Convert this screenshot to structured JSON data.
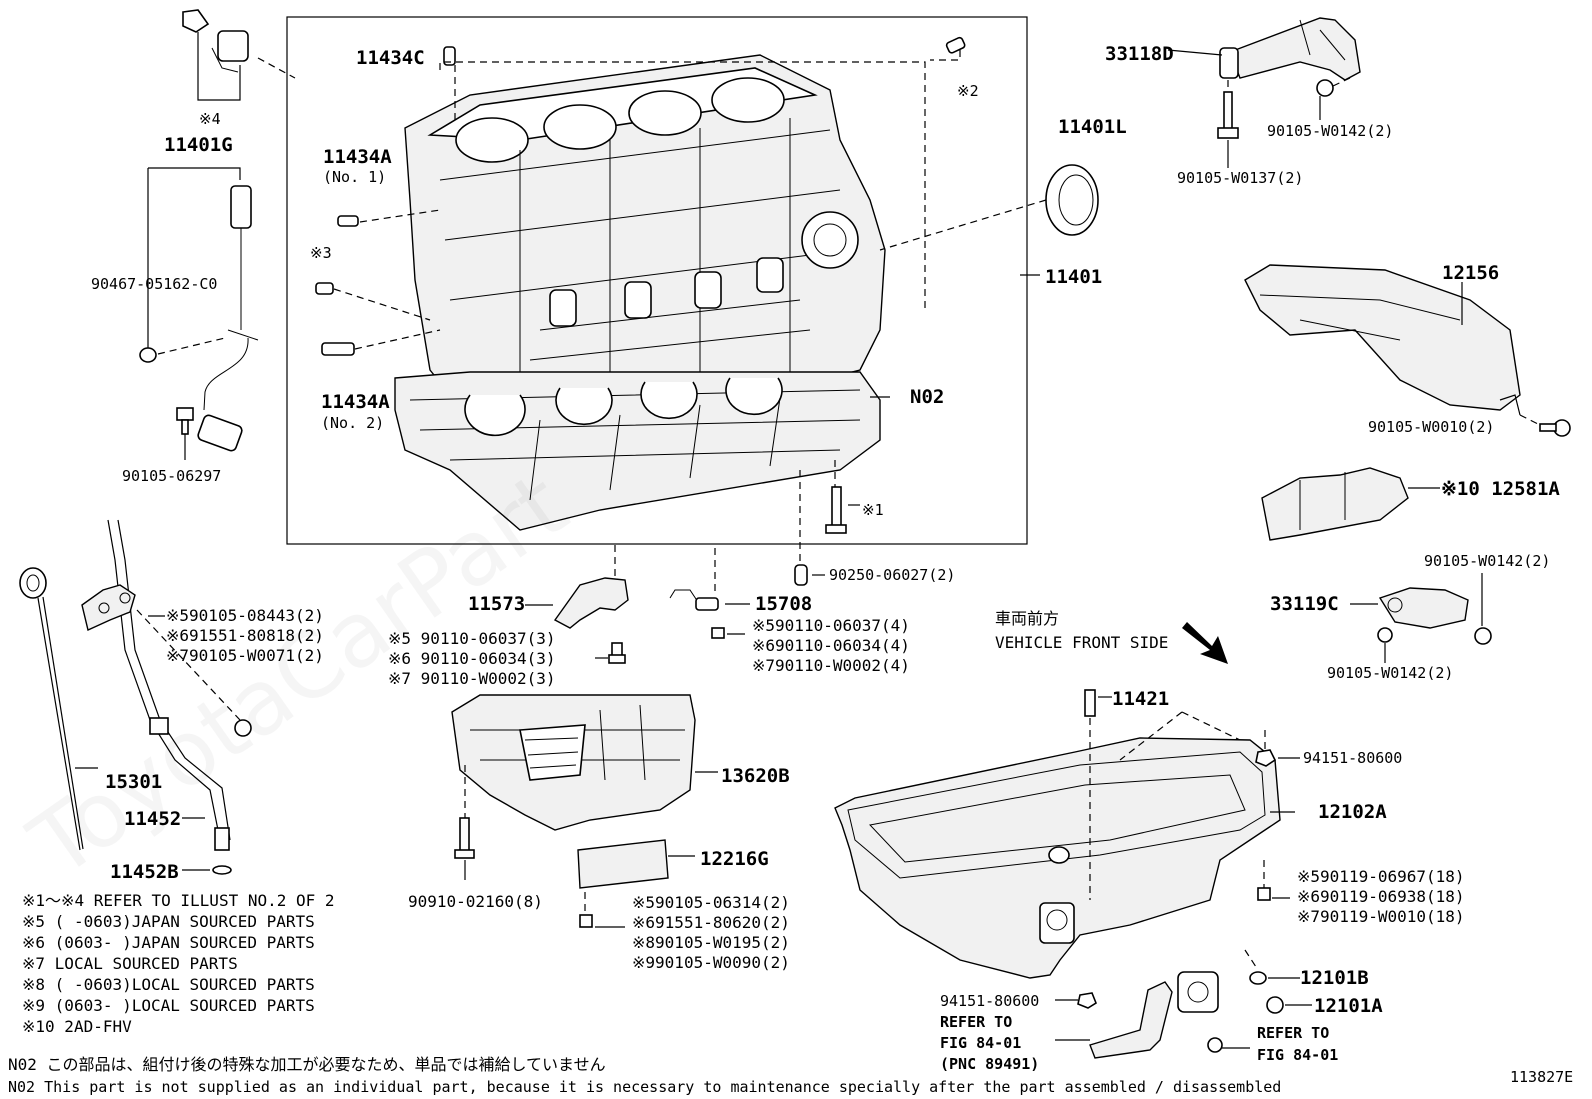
{
  "labels": {
    "p11434C": "11434C",
    "mark2": "※2",
    "p11434A_1": "11434A",
    "no1": "(No. 1)",
    "mark3": "※3",
    "p11434A_2": "11434A",
    "no2": "(No. 2)",
    "mark4": "※4",
    "p11401G": "11401G",
    "p90467": "90467-05162-C0",
    "p90105_06297": "90105-06297",
    "p11401L": "11401L",
    "p11401": "11401",
    "n02": "N02",
    "mark1": "※1",
    "p90250": "90250-06027(2)",
    "p33118D": "33118D",
    "p90105_W0142_a": "90105-W0142(2)",
    "p90105_W0137": "90105-W0137(2)",
    "p12156": "12156",
    "p90105_W0010": "90105-W0010(2)",
    "p12581A": "※10 12581A",
    "p90105_W0142_b": "90105-W0142(2)",
    "p33119C": "33119C",
    "p90105_W0142_c": "90105-W0142(2)",
    "p11573": "11573",
    "p15708": "15708",
    "g11573_1": "※5 90110-06037(3)",
    "g11573_2": "※6 90110-06034(3)",
    "g11573_3": "※7 90110-W0002(3)",
    "g15708_1": "※590110-06037(4)",
    "g15708_2": "※690110-06034(4)",
    "g15708_3": "※790110-W0002(4)",
    "g15301_1": "※590105-08443(2)",
    "g15301_2": "※691551-80818(2)",
    "g15301_3": "※790105-W0071(2)",
    "p15301": "15301",
    "p11452": "11452",
    "p11452B": "11452B",
    "p13620B": "13620B",
    "p12216G": "12216G",
    "p90910": "90910-02160(8)",
    "g12216_1": "※590105-06314(2)",
    "g12216_2": "※691551-80620(2)",
    "g12216_3": "※890105-W0195(2)",
    "g12216_4": "※990105-W0090(2)",
    "front_ja": "車両前方",
    "front_en": "VEHICLE FRONT SIDE",
    "p11421": "11421",
    "p94151_a": "94151-80600",
    "p12102A": "12102A",
    "g12102_1": "※590119-06967(18)",
    "g12102_2": "※690119-06938(18)",
    "g12102_3": "※790119-W0010(18)",
    "p94151_b": "94151-80600",
    "refer1_a": "REFER TO",
    "refer1_b": "FIG 84-01",
    "refer1_c": "(PNC 89491)",
    "p12101B": "12101B",
    "p12101A": "12101A",
    "refer2_a": "REFER TO",
    "refer2_b": "FIG 84-01"
  },
  "notes": [
    "※1～※4 REFER TO ILLUST NO.2 OF 2",
    "※5 (    -0603)JAPAN SOURCED PARTS",
    "※6 (0603-    )JAPAN SOURCED PARTS",
    "※7 LOCAL SOURCED PARTS",
    "※8 (    -0603)LOCAL SOURCED PARTS",
    "※9 (0603-    )LOCAL SOURCED PARTS",
    "※10 2AD-FHV"
  ],
  "footer": {
    "n02_ja": "N02  この部品は、組付け後の特殊な加工が必要なため、単品では補給していません",
    "n02_en": "N02  This part is not supplied as an individual part, because it is necessary to maintenance specially after the part assembled / disassembled",
    "illust_no": "113827E"
  }
}
